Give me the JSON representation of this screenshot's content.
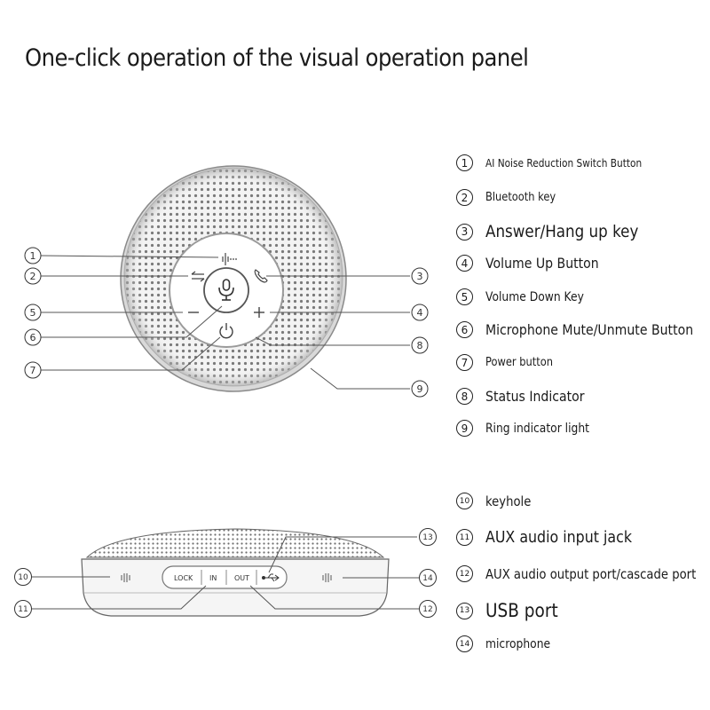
{
  "title": "One-click operation of the visual operation panel",
  "device_labels": {
    "lock": "LOCK",
    "in": "IN",
    "out": "OUT"
  },
  "legend": [
    {
      "num": "1",
      "label": "AI Noise Reduction Switch Button",
      "size": 12
    },
    {
      "num": "2",
      "label": "Bluetooth key",
      "size": 13
    },
    {
      "num": "3",
      "label": "Answer/Hang up key",
      "size": 19
    },
    {
      "num": "4",
      "label": "Volume Up Button",
      "size": 16
    },
    {
      "num": "5",
      "label": "Volume Down Key",
      "size": 14
    },
    {
      "num": "6",
      "label": "Microphone Mute/Unmute Button",
      "size": 16
    },
    {
      "num": "7",
      "label": "Power button",
      "size": 13
    },
    {
      "num": "8",
      "label": "Status Indicator",
      "size": 16
    },
    {
      "num": "9",
      "label": "Ring indicator light",
      "size": 14
    },
    {
      "num": "10",
      "label": "keyhole",
      "size": 15
    },
    {
      "num": "11",
      "label": "AUX audio input jack",
      "size": 18
    },
    {
      "num": "12",
      "label": "AUX audio output port/cascade port",
      "size": 15
    },
    {
      "num": "13",
      "label": "USB port",
      "size": 21
    },
    {
      "num": "14",
      "label": "microphone",
      "size": 14
    }
  ],
  "callouts_top": [
    "1",
    "2",
    "3",
    "5",
    "4",
    "6",
    "8",
    "7",
    "9"
  ],
  "callouts_bottom": [
    "13",
    "10",
    "14",
    "11",
    "12"
  ]
}
